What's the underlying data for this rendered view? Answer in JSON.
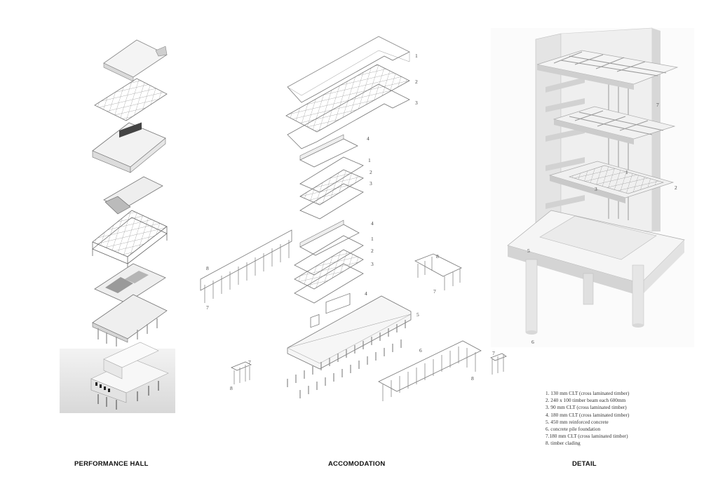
{
  "captions": {
    "performance_hall": "PERFORMANCE HALL",
    "accomodation": "ACCOMODATION",
    "detail": "DETAIL"
  },
  "legend": [
    "1. 130 mm CLT (cross laminated timber)",
    "2. 240 x 100 timber beam each 600mm",
    "3. 90 mm CLT (cross laminated timber)",
    "4. 180 mm CLT (cross laminated timber)",
    "5. 450 mm reinforced concrete",
    "6. concrete pile foundation",
    "7.180 mm CLT (cross laminated timber)",
    "8. timber clading"
  ],
  "callouts": {
    "n1": "1",
    "n2": "2",
    "n3": "3",
    "n4": "4",
    "n5": "5",
    "n6": "6",
    "n7": "7",
    "n8": "8"
  }
}
